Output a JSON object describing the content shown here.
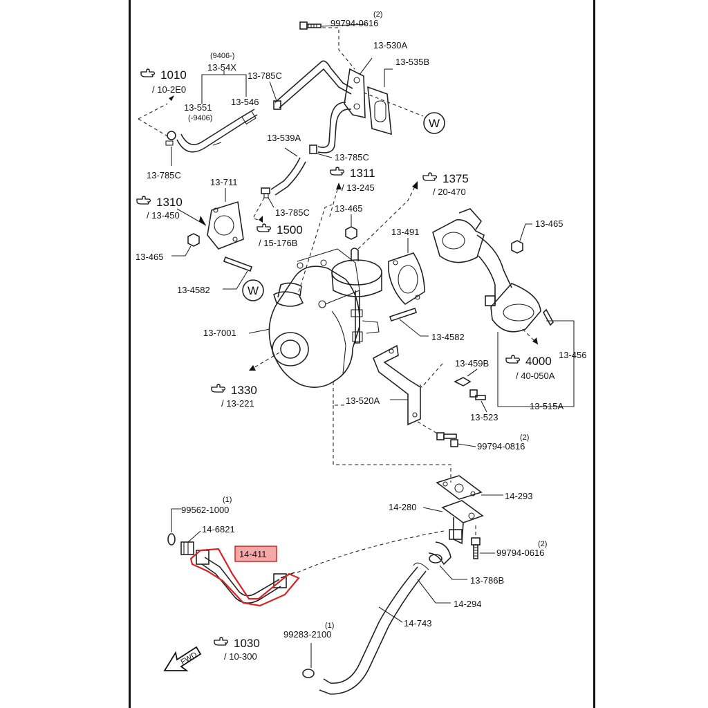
{
  "colors": {
    "highlight": "#d62424",
    "highlight_fill": "#f4a9a9",
    "ink": "#111111"
  },
  "icons": {
    "reference_pointer": "pointing-hand-icon",
    "direction_arrow": "fwd-arrow-icon",
    "view_marker": "w-circle-icon"
  },
  "refs": [
    {
      "id": "ref-1010",
      "num": "1010",
      "sub": "/ 10-2E0"
    },
    {
      "id": "ref-1311",
      "num": "1311",
      "sub": "/ 13-245"
    },
    {
      "id": "ref-1375",
      "num": "1375",
      "sub": "/ 20-470"
    },
    {
      "id": "ref-1310",
      "num": "1310",
      "sub": "/ 13-450"
    },
    {
      "id": "ref-1500",
      "num": "1500",
      "sub": "/ 15-176B"
    },
    {
      "id": "ref-4000",
      "num": "4000",
      "sub": "/ 40-050A"
    },
    {
      "id": "ref-1330",
      "num": "1330",
      "sub": "/ 13-221"
    },
    {
      "id": "ref-1030",
      "num": "1030",
      "sub": "/ 10-300"
    }
  ],
  "labels": {
    "p99794_0616_top": "99794-0616",
    "q2_top": "(2)",
    "p13_530A": "13-530A",
    "p13_535B": "13-535B",
    "p9406_dash": "(9406-)",
    "p13_54X": "13-54X",
    "p13_785C_a": "13-785C",
    "p13_546": "13-546",
    "p13_551": "13-551",
    "p9406_paren": "(-9406)",
    "p13_785C_b": "13-785C",
    "p13_539A": "13-539A",
    "p13_785C_c": "13-785C",
    "p13_785C_d": "13-785C",
    "p13_711": "13-711",
    "p13_465_a": "13-465",
    "p13_465_b": "13-465",
    "p13_465_c": "13-465",
    "p13_491": "13-491",
    "p13_4582_a": "13-4582",
    "p13_4582_b": "13-4582",
    "p13_7001": "13-7001",
    "p13_459B": "13-459B",
    "p13_456": "13-456",
    "p13_520A": "13-520A",
    "p13_523": "13-523",
    "p13_515A": "13-515A",
    "q2_mid": "(2)",
    "p99794_0816": "99794-0816",
    "p14_293": "14-293",
    "p14_280": "14-280",
    "q1_a": "(1)",
    "p99562_1000": "99562-1000",
    "p14_6821": "14-6821",
    "p14_411": "14-411",
    "q2_low": "(2)",
    "p99794_0616_low": "99794-0616",
    "p13_786B": "13-786B",
    "p14_294": "14-294",
    "p14_743": "14-743",
    "q1_b": "(1)",
    "p99283_2100": "99283-2100",
    "w_top": "W",
    "w_mid": "W",
    "fwd": "FWD"
  }
}
